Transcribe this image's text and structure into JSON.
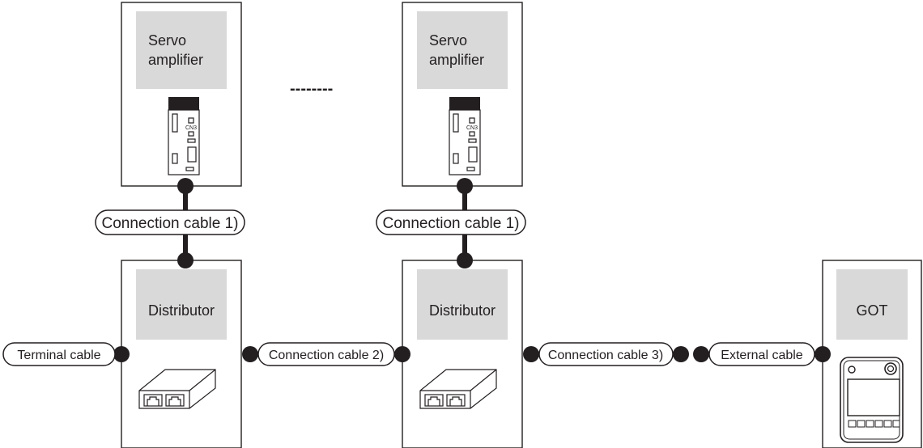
{
  "servo_label": [
    "Servo",
    "amplifier"
  ],
  "distributor_label": "Distributor",
  "got_label": "GOT",
  "ellipsis": "--------",
  "servo_port_tag": "CN3",
  "cables": {
    "connection_1": "Connection cable 1)",
    "connection_2": "Connection cable 2)",
    "connection_3": "Connection cable 3)",
    "terminal": "Terminal cable",
    "external": "External cable"
  },
  "colors": {
    "line": "#231f20",
    "panel": "#d9d9d9"
  }
}
